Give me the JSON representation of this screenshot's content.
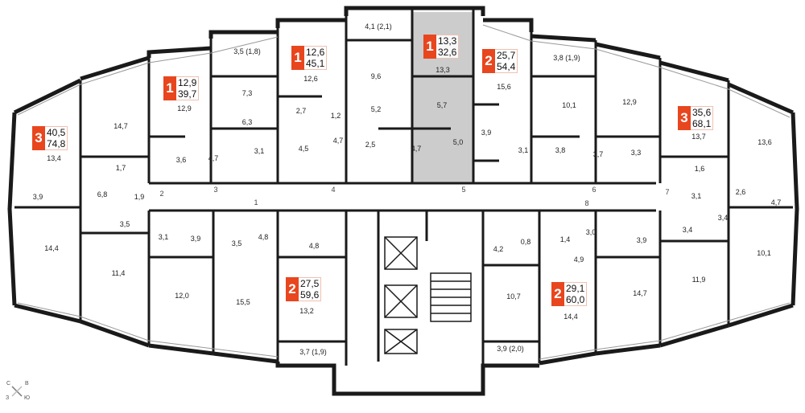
{
  "apartments": [
    {
      "rooms": "3",
      "living": "40,5",
      "total": "74,8"
    },
    {
      "rooms": "1",
      "living": "12,9",
      "total": "39,7"
    },
    {
      "rooms": "1",
      "living": "12,6",
      "total": "45,1"
    },
    {
      "rooms": "1",
      "living": "13,3",
      "total": "32,6"
    },
    {
      "rooms": "2",
      "living": "25,7",
      "total": "54,4"
    },
    {
      "rooms": "3",
      "living": "35,6",
      "total": "68,1"
    },
    {
      "rooms": "2",
      "living": "27,5",
      "total": "59,6"
    },
    {
      "rooms": "2",
      "living": "29,1",
      "total": "60,0"
    }
  ],
  "rooms": [
    "13,4",
    "14,7",
    "3,9",
    "1,7",
    "6,8",
    "1,9",
    "14,4",
    "3,5",
    "3,1",
    "11,4",
    "12,9",
    "3,6",
    "4,7",
    "7,3",
    "6,3",
    "3,1",
    "3,5 (1,8)",
    "2,7",
    "12,6",
    "4,5",
    "1,2",
    "4,7",
    "4,1 (2,1)",
    "9,6",
    "5,2",
    "2,5",
    "4,7",
    "13,3",
    "5,7",
    "5,0",
    "3,9",
    "15,6",
    "3,1",
    "3,8",
    "3,8 (1,9)",
    "10,1",
    "12,9",
    "3,7",
    "3,3",
    "13,7",
    "1,6",
    "13,6",
    "3,1",
    "2,6",
    "4,7",
    "3,4",
    "3,4",
    "10,1",
    "11,9",
    "3,9",
    "14,7",
    "3,0",
    "1,4",
    "4,9",
    "0,8",
    "4,2",
    "10,7",
    "14,4",
    "3,9 (2,0)",
    "3,9",
    "3,5",
    "4,8",
    "4,8",
    "12,0",
    "15,5",
    "13,2",
    "3,7 (1,9)"
  ],
  "doors": [
    "1",
    "2",
    "3",
    "4",
    "5",
    "6",
    "7",
    "8"
  ],
  "compass": {
    "north": "С",
    "east": "В",
    "west": "З",
    "south": "Ю"
  },
  "colors": {
    "accent": "#e8461e",
    "wall": "#1a1a1a",
    "selected": "#cccccc"
  }
}
